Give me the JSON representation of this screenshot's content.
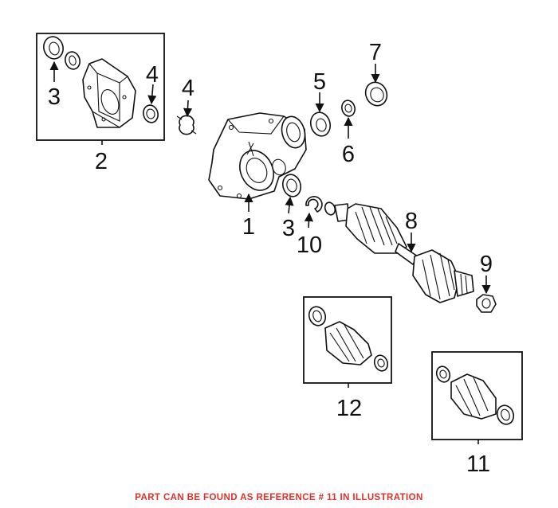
{
  "callouts": {
    "c1": "1",
    "c2": "2",
    "c3a": "3",
    "c3b": "3",
    "c4a": "4",
    "c4b": "4",
    "c5": "5",
    "c6": "6",
    "c7": "7",
    "c8": "8",
    "c9": "9",
    "c10": "10",
    "c11": "11",
    "c12": "12"
  },
  "footer": {
    "note": "PART CAN BE FOUND AS REFERENCE # 11 IN ILLUSTRATION"
  },
  "colors": {
    "line": "#111111",
    "footer": "#e0302a",
    "background": "#ffffff"
  }
}
